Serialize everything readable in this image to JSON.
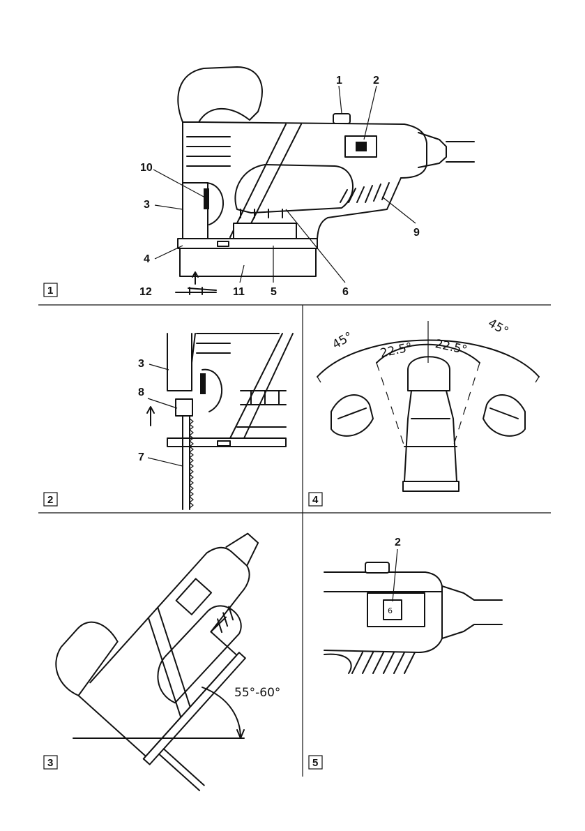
{
  "figures": {
    "fig1": {
      "number": "1",
      "callouts": [
        "1",
        "2",
        "3",
        "4",
        "5",
        "6",
        "9",
        "10",
        "11",
        "12"
      ]
    },
    "fig2": {
      "number": "2",
      "callouts": [
        "3",
        "8",
        "7"
      ]
    },
    "fig3": {
      "number": "3",
      "angle_label": "55°-60°"
    },
    "fig4": {
      "number": "4",
      "angles": [
        "45°",
        "22.5°",
        "22.5°",
        "45°"
      ]
    },
    "fig5": {
      "number": "5",
      "callouts": [
        "2"
      ],
      "dial_value": "6"
    }
  },
  "colors": {
    "ink": "#111111",
    "paper": "#ffffff"
  }
}
